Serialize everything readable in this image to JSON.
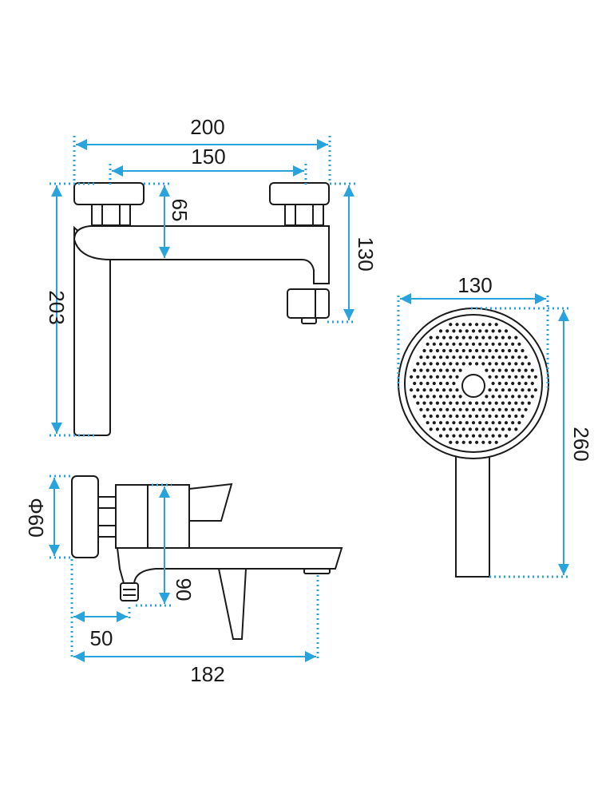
{
  "dimensions": {
    "top_view": {
      "overall_width": "200",
      "inlet_spacing": "150",
      "overall_height": "203",
      "spout_offset": "65",
      "spout_projection": "130"
    },
    "side_view": {
      "flange_diameter": "Φ60",
      "body_height": "90",
      "inlet_offset": "50",
      "overall_length": "182"
    },
    "hand_shower": {
      "head_diameter": "130",
      "overall_length": "260"
    }
  },
  "colors": {
    "outline": "#1a1a1a",
    "dimension": "#29a3dc"
  }
}
